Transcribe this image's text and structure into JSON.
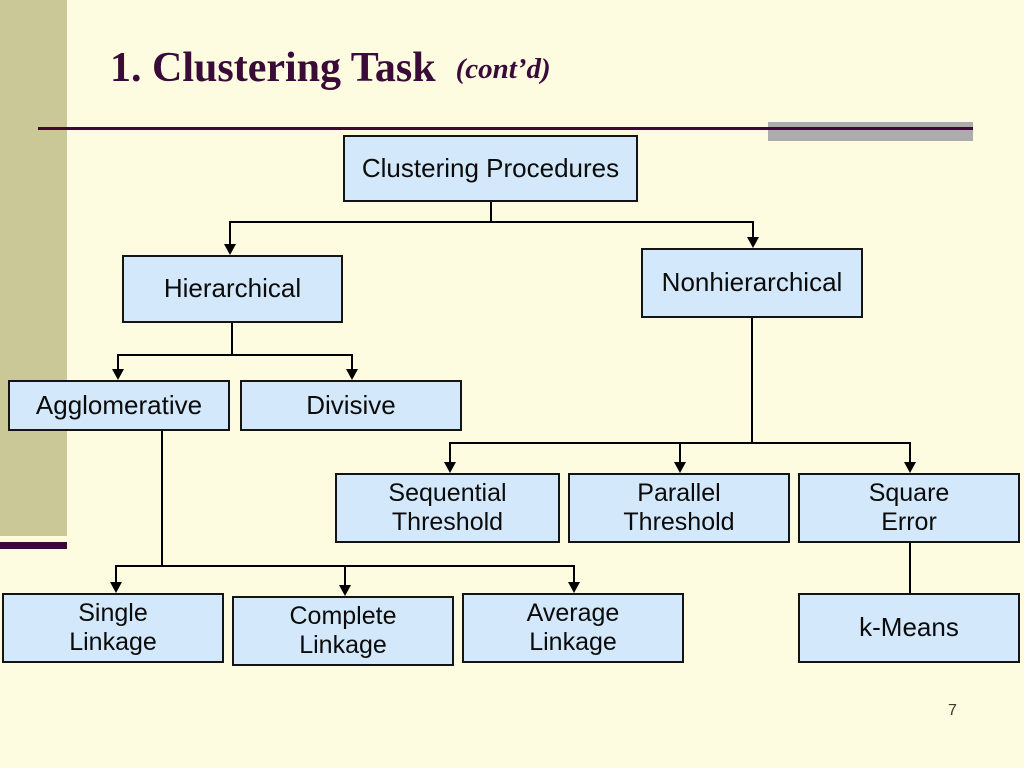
{
  "slide": {
    "title": "1. Clustering Task",
    "title_suffix": "(cont’d)",
    "page_number": "7",
    "colors": {
      "background": "#FDFCE1",
      "sidebar_olive": "#CAC897",
      "accent_maroon": "#3D0838",
      "title_text": "#3A0B36",
      "box_fill": "#D3E9FB",
      "box_border": "#141414",
      "gray_bar": "#ACACAC"
    }
  },
  "diagram": {
    "nodes": {
      "root": "Clustering Procedures",
      "hierarchical": "Hierarchical",
      "nonhierarchical": "Nonhierarchical",
      "agglomerative": "Agglomerative",
      "divisive": "Divisive",
      "sequential": "Sequential\nThreshold",
      "parallel": "Parallel\nThreshold",
      "square_error": "Square\nError",
      "single": "Single\nLinkage",
      "complete": "Complete\nLinkage",
      "average": "Average\nLinkage",
      "kmeans": "k-Means"
    }
  }
}
